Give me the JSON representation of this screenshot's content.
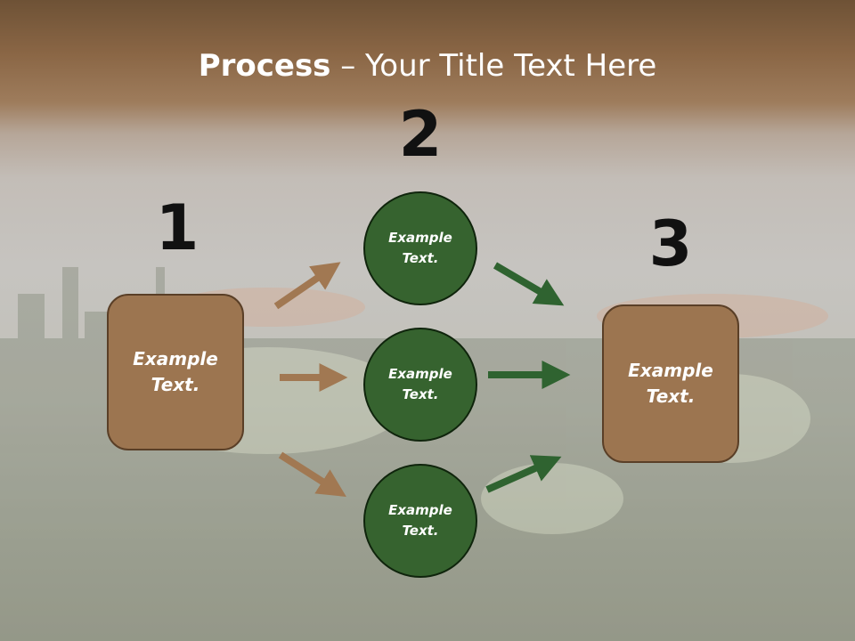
{
  "title": {
    "bold": "Process",
    "rest": " – Your Title Text Here"
  },
  "steps": [
    {
      "number": "1",
      "text": "Example Text."
    },
    {
      "number": "2",
      "items": [
        {
          "text": "Example Text."
        },
        {
          "text": "Example Text."
        },
        {
          "text": "Example Text."
        }
      ]
    },
    {
      "number": "3",
      "text": "Example Text."
    }
  ],
  "colors": {
    "brown_box": "#9c7550",
    "brown_arrow": "#a17852",
    "green_circle": "#36632f",
    "green_arrow": "#2f6330"
  }
}
